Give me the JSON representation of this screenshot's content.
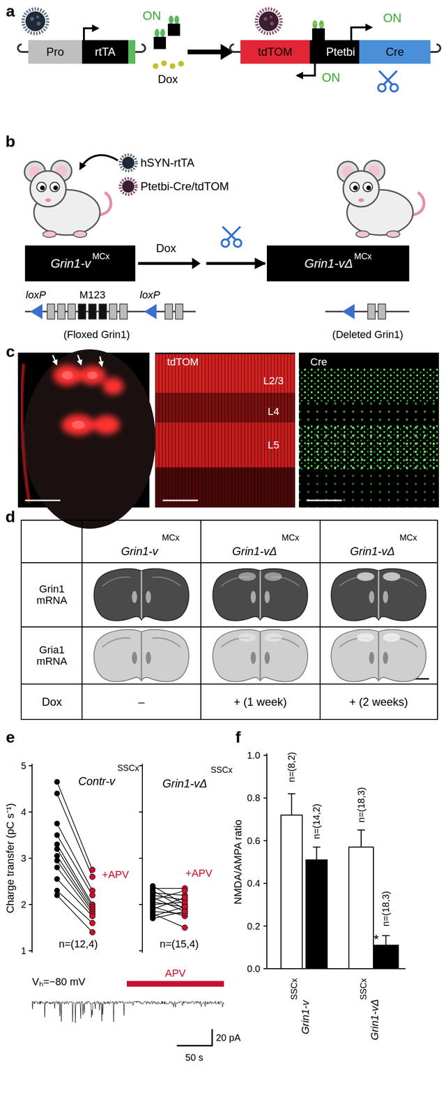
{
  "diagram": {
    "nodes": [
      {
        "text": [
          "Pro"
        ]
      },
      {
        "text": [
          "rtTA"
        ]
      },
      {
        "text": [
          "tdTOM"
        ]
      },
      {
        "text": [
          "Ptetbi"
        ]
      },
      {
        "text": [
          "Cre"
        ]
      },
      {
        "text": [
          "Grin1-v",
          "MCx"
        ]
      },
      {
        "text": [
          "Grin1-vΔ",
          "MCx"
        ]
      }
    ],
    "edges": [
      {
        "from": 5,
        "to": 6,
        "arrow": "to",
        "label": "Dox"
      }
    ],
    "labels": [
      "a",
      "ON",
      "Dox",
      "ON",
      "ON",
      "b",
      "hSYN-rtTA",
      "Ptetbi-Cre/tdTOM",
      "loxP",
      "M123",
      "loxP",
      "(Floxed Grin1)",
      "(Deleted Grin1)",
      "c",
      "tdTOM",
      "L2/3",
      "L4",
      "L5",
      "Cre",
      "d",
      "Grin1-v",
      "MCx",
      "Grin1-vΔ",
      "MCx",
      "Grin1-vΔ",
      "MCx",
      "Grin1 mRNA",
      "Gria1 mRNA",
      "Dox",
      "–",
      "+ (1 week)",
      "+ (2 weeks)",
      "e",
      "Charge transfer (pC s⁻¹)",
      "5",
      "4",
      "3",
      "2",
      "1",
      "Contr-v",
      "SSCx",
      "Grin1-vΔ",
      "SSCx",
      "+APV",
      "+APV",
      "n=(12,4)",
      "n=(15,4)",
      "Vₕ=−80 mV",
      "APV",
      "20 pA",
      "50 s",
      "f",
      "NMDA/AMPA ratio",
      "1.0",
      "0.8",
      "0.6",
      "0.4",
      "0.2",
      "0.0",
      "n=(8,2)",
      "n=(14,2)",
      "n=(18,3)",
      "n=(18,3)",
      "*",
      "SSCx",
      "Grin1-v",
      "SSCx",
      "Grin1-vΔ"
    ]
  }
}
